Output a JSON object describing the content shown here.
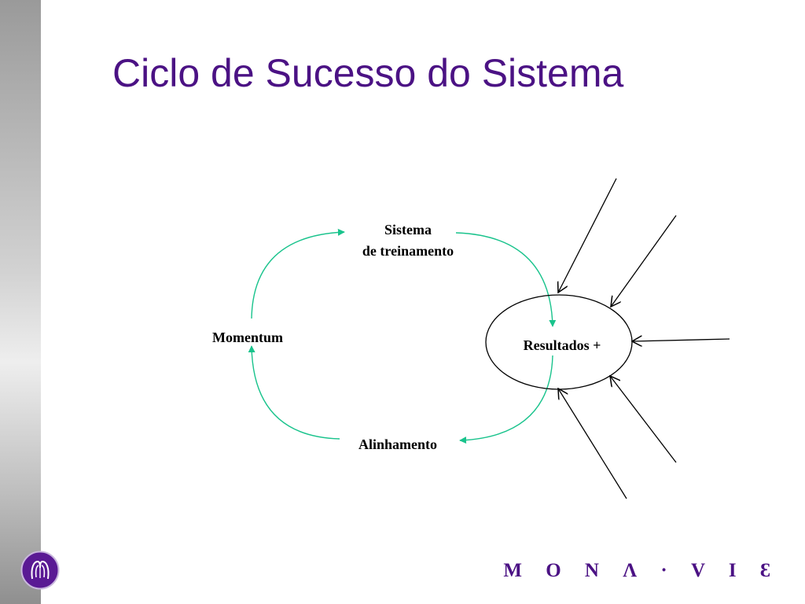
{
  "slide": {
    "title": "Ciclo de Sucesso do Sistema"
  },
  "diagram": {
    "nodes": {
      "sistema_line1": "Sistema",
      "sistema_line2": "de treinamento",
      "momentum": "Momentum",
      "alinhamento": "Alinhamento",
      "resultados": "Resultados +"
    },
    "colors": {
      "cycle_arrow": "#19c38c",
      "input_arrow": "#000000"
    }
  },
  "branding": {
    "wordmark": "M O N Λ · V I Ɛ",
    "logo_icon": "monavie-emblem-icon",
    "color": "#4b1284"
  }
}
